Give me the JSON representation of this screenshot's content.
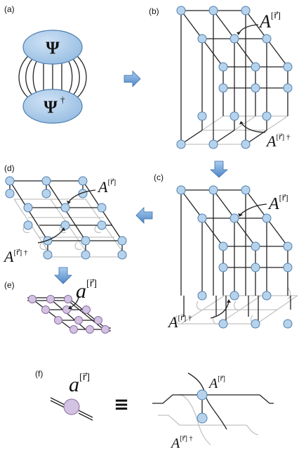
{
  "panels": {
    "a": {
      "label": "(a)",
      "top_symbol": "Ψ",
      "bottom_symbol": "Ψ",
      "bottom_dagger": "†"
    },
    "b": {
      "label": "(b)",
      "upper_A": "A",
      "upper_sup": "[r⃗]",
      "lower_A": "A",
      "lower_sup": "[r⃗] †"
    },
    "c": {
      "label": "(c)",
      "upper_A": "A",
      "upper_sup": "[r⃗]",
      "lower_A": "A",
      "lower_sup": "[r⃗] †"
    },
    "d": {
      "label": "(d)",
      "upper_A": "A",
      "upper_sup": "[r⃗]",
      "lower_A": "A",
      "lower_sup": "[r⃗] †"
    },
    "e": {
      "label": "(e)",
      "a": "a",
      "a_sup": "[r⃗]"
    },
    "f": {
      "label": "(f)",
      "a": "a",
      "a_sup": "[r⃗]",
      "equiv": "≡",
      "upper_A": "A",
      "upper_sup": "[r⃗]",
      "lower_A": "A",
      "lower_sup": "[r⃗] †"
    }
  },
  "colors": {
    "node_fill": "#b7d3ec",
    "node_stroke": "#4f7fae",
    "reduced_node_fill": "#d4c2e3",
    "arrow_fill": "#6fa3d8"
  },
  "icons": [
    "right-arrow-icon",
    "down-arrow-icon",
    "left-arrow-icon"
  ]
}
